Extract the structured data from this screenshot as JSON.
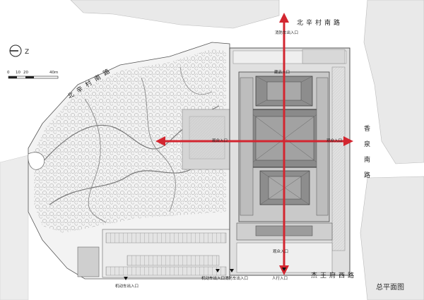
{
  "compass": {
    "letter": "Z"
  },
  "scale": {
    "ticks": [
      "0",
      "10",
      "20",
      "40m"
    ]
  },
  "roads": {
    "north_top": "北辛村南路",
    "north_left": "北辛村南路",
    "east": "香泉南路",
    "south": "杰王府西路"
  },
  "entrances": {
    "fire_north": "消防车出入口",
    "collection": "藏品入口",
    "view_west": "观众入口",
    "view_east": "观众入口",
    "view_south": "观众入口",
    "pedestrian": "人行入口",
    "vehicle_1": "机动车出入口",
    "vehicle_fire": "机动车出入口消防车出入口"
  },
  "title": "总平面图",
  "colors": {
    "axis": "#d32630",
    "site": "#e9e9e9",
    "road": "#ffffff",
    "building_dark": "#8a8a8a",
    "building_mid": "#b5b5b5",
    "line": "#555555"
  }
}
